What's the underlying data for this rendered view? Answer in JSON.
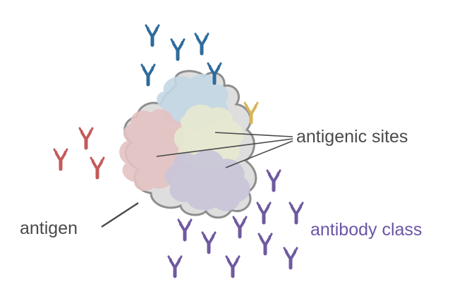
{
  "labels": {
    "antigenic_sites": "antigenic sites",
    "antigen": "antigen",
    "antibody_class": "antibody class"
  },
  "colors": {
    "blue": "#2e6b9c",
    "red": "#c45a5a",
    "yellow": "#d7b55a",
    "purple": "#6f5aa0",
    "label_gray": "#4a4a4a",
    "label_purple": "#6b55a6",
    "antigen_outline": "#8e8e8e",
    "site_blue": "#c4d7e6",
    "site_red": "#e3c2c2",
    "site_yellow": "#e6e8cf",
    "site_purple": "#c9c4d8",
    "body_gray": "#dedede"
  },
  "antibody_groups": [
    {
      "name": "blue",
      "color_key": "blue"
    },
    {
      "name": "red",
      "color_key": "red"
    },
    {
      "name": "yellow",
      "color_key": "yellow"
    },
    {
      "name": "purple",
      "color_key": "purple"
    }
  ]
}
